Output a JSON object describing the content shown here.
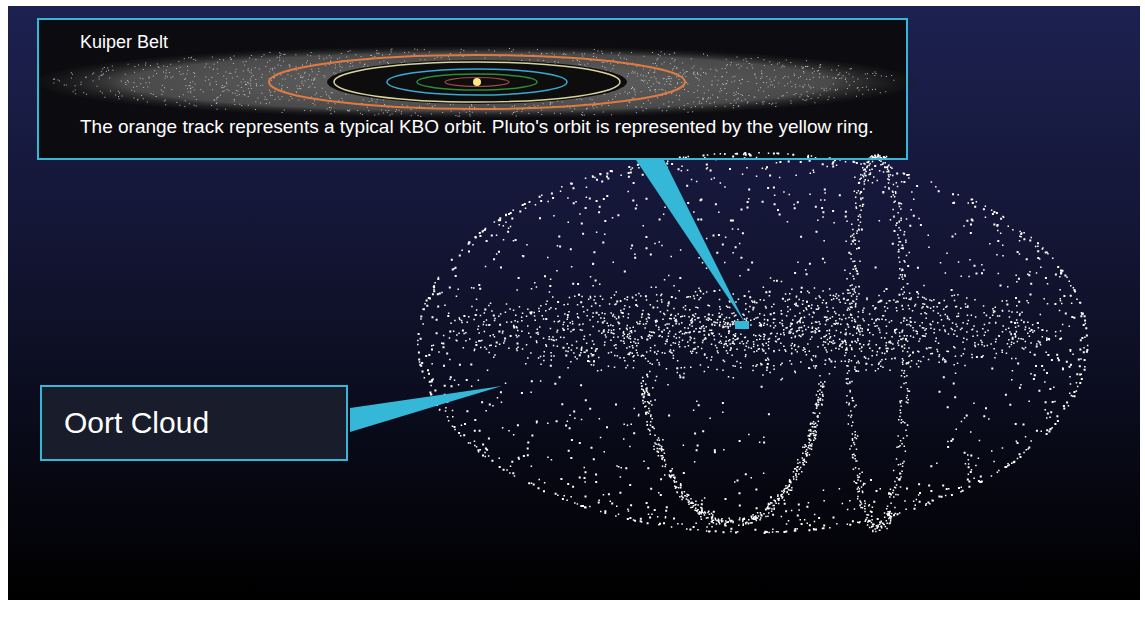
{
  "diagram": {
    "nodes": [
      {
        "text": [
          "Kuiper Belt",
          "The orange track represents a typical KBO orbit. Pluto's orbit is represented by the yellow ring."
        ]
      },
      {
        "text": [
          "Oort Cloud"
        ]
      }
    ]
  }
}
